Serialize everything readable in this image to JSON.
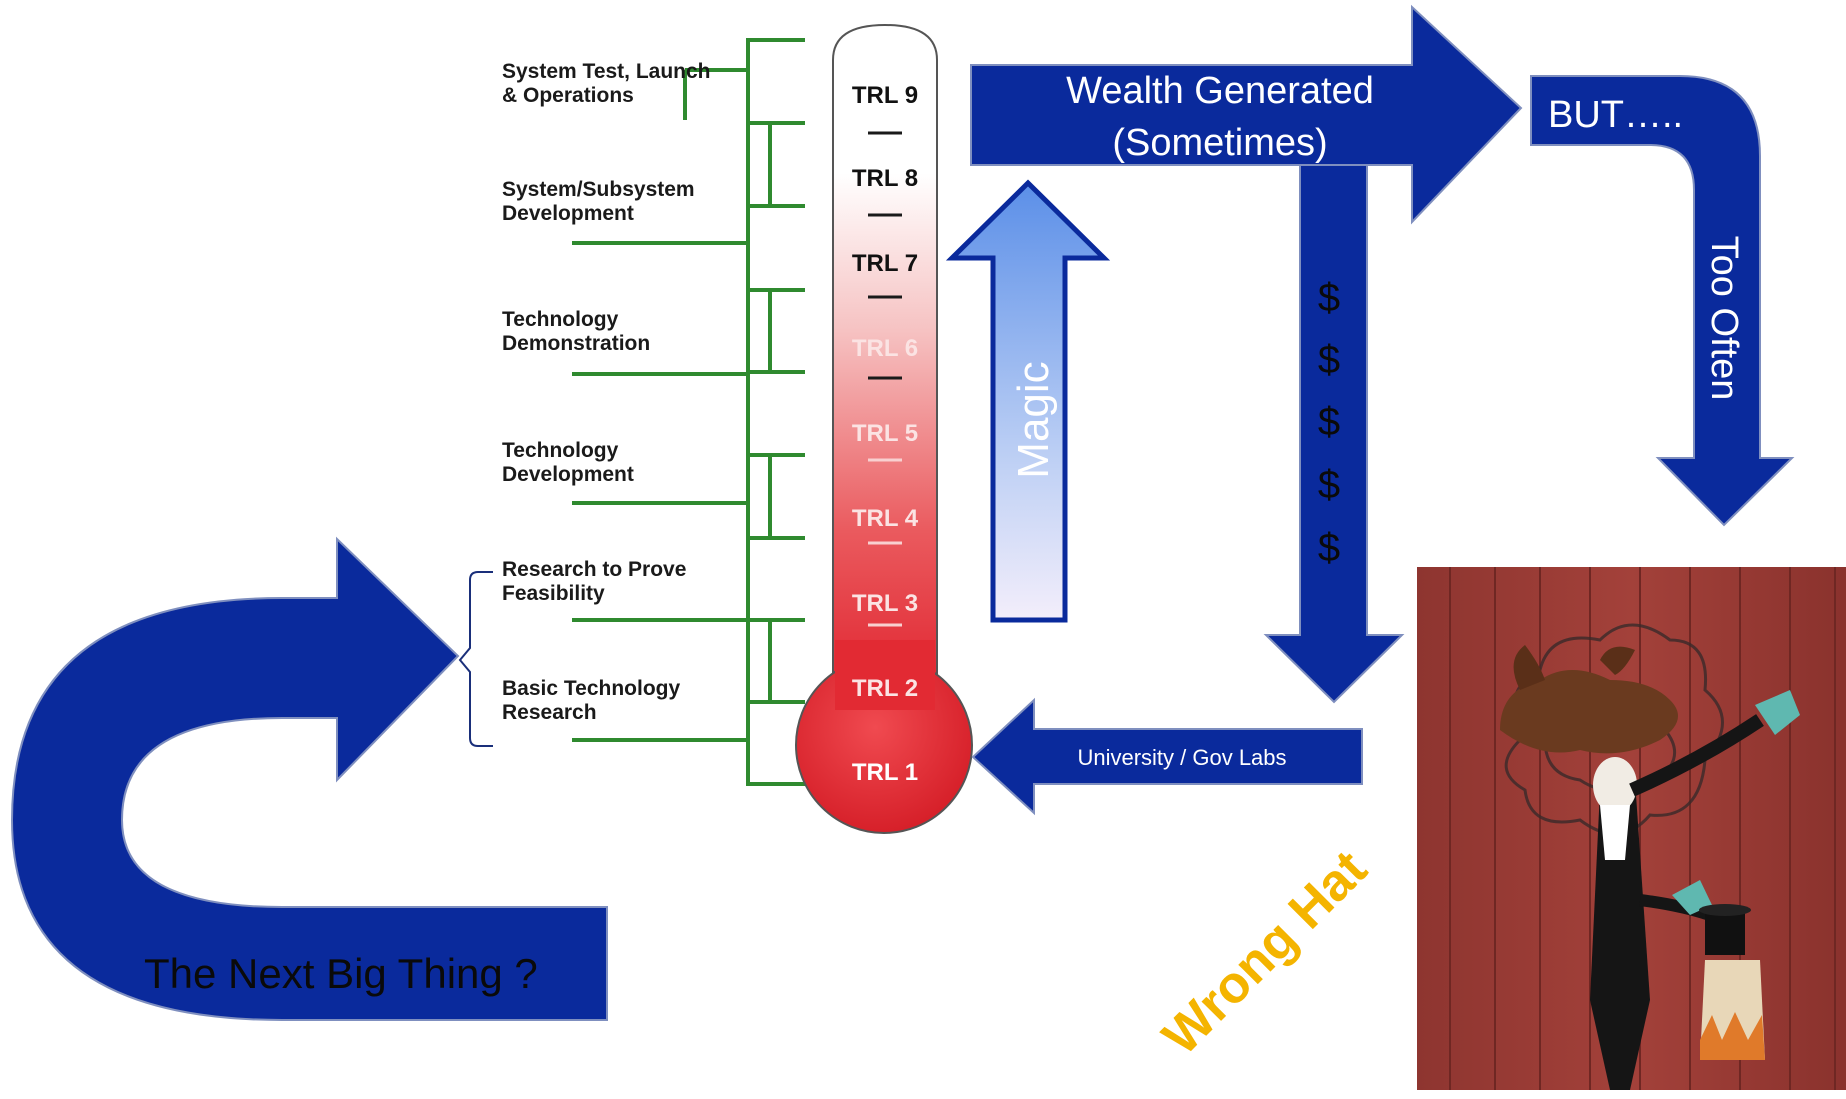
{
  "stages": [
    {
      "lines": [
        "System Test, Launch",
        "& Operations"
      ]
    },
    {
      "lines": [
        "System/Subsystem",
        "Development"
      ]
    },
    {
      "lines": [
        "Technology",
        "Demonstration"
      ]
    },
    {
      "lines": [
        "Technology",
        "Development"
      ]
    },
    {
      "lines": [
        "Research to Prove",
        "Feasibility"
      ]
    },
    {
      "lines": [
        "Basic Technology",
        "Research"
      ]
    }
  ],
  "trl_levels": [
    "TRL 9",
    "TRL 8",
    "TRL 7",
    "TRL 6",
    "TRL 5",
    "TRL 4",
    "TRL 3",
    "TRL 2",
    "TRL 1"
  ],
  "arrows": {
    "wealth_line1": "Wealth Generated",
    "wealth_line2": "(Sometimes)",
    "but": "BUT…..",
    "too_often": "Too Often",
    "magic": "Magic",
    "dollars": [
      "$",
      "$",
      "$",
      "$",
      "$"
    ],
    "university": "University / Gov Labs",
    "next_big_thing": "The Next Big Thing ?"
  },
  "watermark": "Wrong Hat",
  "colors": {
    "arrow_blue": "#0a2a9c",
    "arrow_outline": "#7f8fbf",
    "magic_gradient_top": "#5b8fe8",
    "magic_gradient_bottom": "#f3eefb",
    "tree_green": "#2f8a2f",
    "bulb_red": "#e0232e",
    "watermark_orange": "#f4b400",
    "cartoon_wall": "#9a3a34"
  }
}
